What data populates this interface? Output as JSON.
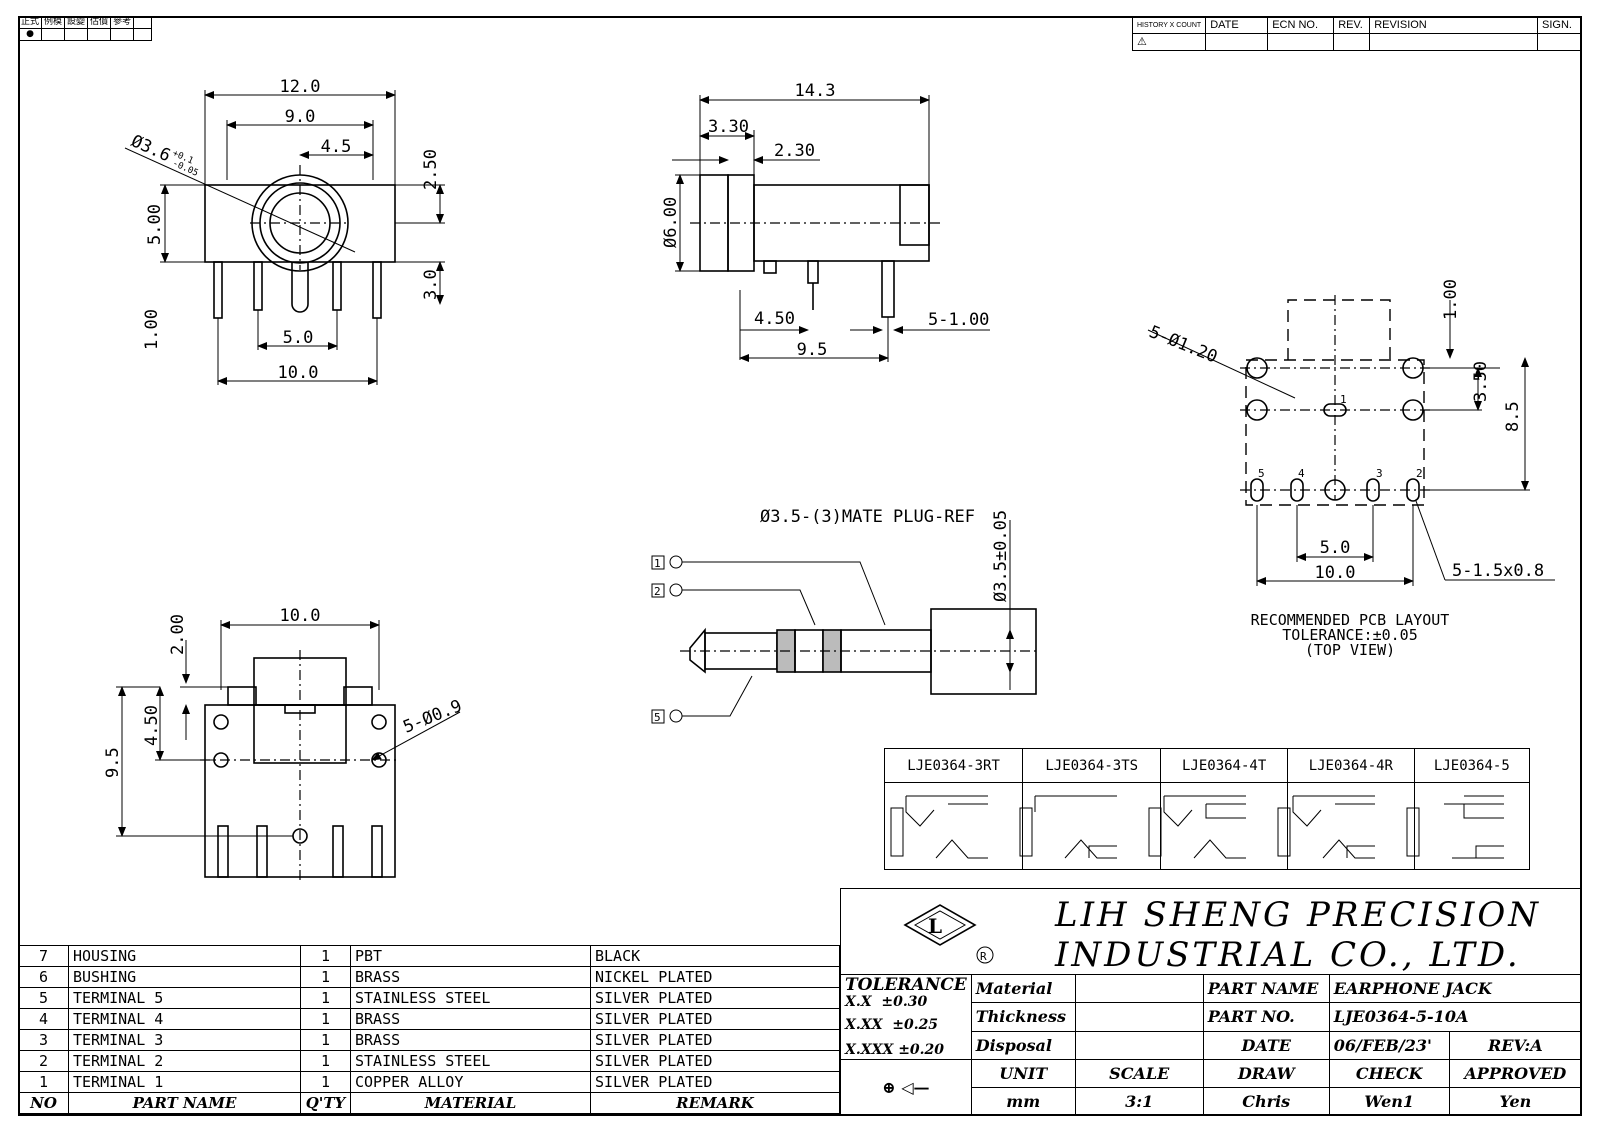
{
  "corner_stamp": [
    "正式",
    "例模",
    "設變",
    "估價",
    "參考"
  ],
  "history": {
    "headers": [
      "HISTORY X COUNT",
      "DATE",
      "ECN NO.",
      "REV.",
      "REVISION",
      "SIGN."
    ]
  },
  "views": {
    "front": {
      "d12": "12.0",
      "d9": "9.0",
      "d45": "4.5",
      "dia": "Ø3.6",
      "tol_plus": "+0.1",
      "tol_minus": "-0.05",
      "d250": "2.50",
      "d500": "5.00",
      "d30": "3.0",
      "d100": "1.00",
      "d50": "5.0",
      "d100b": "10.0"
    },
    "side": {
      "d143": "14.3",
      "d330": "3.30",
      "d230": "2.30",
      "dia6": "Ø6.00",
      "d450": "4.50",
      "d95": "9.5",
      "d5100": "5-1.00"
    },
    "bottom": {
      "d10": "10.0",
      "d200": "2.00",
      "d450": "4.50",
      "d95": "9.5",
      "holes": "5-Ø0.9"
    },
    "plug": {
      "title": "Ø3.5-(3)MATE PLUG-REF",
      "dia": "Ø3.5±0.05",
      "p1": "1",
      "p2": "2",
      "p5": "5"
    },
    "pcb": {
      "holes": "5-Ø1.20",
      "d100": "1.00",
      "d350": "3.50",
      "d85": "8.5",
      "d50": "5.0",
      "d100b": "10.0",
      "slot": "5-1.5x0.8",
      "note1": "RECOMMENDED PCB LAYOUT",
      "note2": "TOLERANCE:±0.05",
      "note3": "(TOP VIEW)",
      "pins": [
        "1",
        "2",
        "3",
        "4",
        "5"
      ]
    }
  },
  "configs": [
    "LJE0364-3RT",
    "LJE0364-3TS",
    "LJE0364-4T",
    "LJE0364-4R",
    "LJE0364-5"
  ],
  "bom": {
    "header": [
      "NO",
      "PART NAME",
      "Q'TY",
      "MATERIAL",
      "REMARK"
    ],
    "rows": [
      [
        "7",
        "HOUSING",
        "1",
        "PBT",
        "BLACK"
      ],
      [
        "6",
        "BUSHING",
        "1",
        "BRASS",
        "NICKEL PLATED"
      ],
      [
        "5",
        "TERMINAL 5",
        "1",
        "STAINLESS STEEL",
        "SILVER PLATED"
      ],
      [
        "4",
        "TERMINAL 4",
        "1",
        "BRASS",
        "SILVER PLATED"
      ],
      [
        "3",
        "TERMINAL 3",
        "1",
        "BRASS",
        "SILVER PLATED"
      ],
      [
        "2",
        "TERMINAL 2",
        "1",
        "STAINLESS STEEL",
        "SILVER PLATED"
      ],
      [
        "1",
        "TERMINAL 1",
        "1",
        "COPPER ALLOY",
        "SILVER PLATED"
      ]
    ]
  },
  "title_block": {
    "company1": "LIH SHENG PRECISION",
    "company2": "INDUSTRIAL CO., LTD.",
    "tolerance_label": "TOLERANCE",
    "tol_rows": [
      [
        "X.X",
        "±0.30"
      ],
      [
        "X.XX",
        "±0.25"
      ],
      [
        "X.XXX",
        "±0.20"
      ]
    ],
    "material": "Material",
    "thickness": "Thickness",
    "disposal": "Disposal",
    "part_name_label": "PART NAME",
    "part_name": "EARPHONE JACK",
    "part_no_label": "PART NO.",
    "part_no": "LJE0364-5-10A",
    "date_label": "DATE",
    "date": "06/FEB/23'",
    "rev": "REV:A",
    "unit_label": "UNIT",
    "scale_label": "SCALE",
    "draw_label": "DRAW",
    "check_label": "CHECK",
    "approved_label": "APPROVED",
    "unit": "mm",
    "scale": "3:1",
    "draw": "Chris",
    "check": "Wen1",
    "approved": "Yen"
  }
}
